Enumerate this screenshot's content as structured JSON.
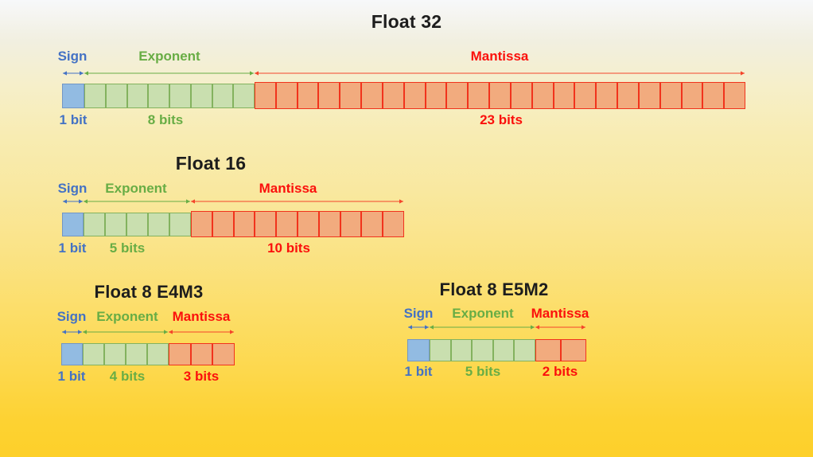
{
  "slide": {
    "background_top": "#f7f8fa",
    "background_bottom": "#fdd02a"
  },
  "colors": {
    "sign_fill": "#92bbe2",
    "sign_border": "#7296c5",
    "sign_text": "#4472c4",
    "exp_fill": "#c9dfaf",
    "exp_border": "#83b25e",
    "exp_text": "#68ad45",
    "man_fill": "#f2ab7e",
    "man_border": "#f1331c",
    "man_text": "#fb100c",
    "man_line": "#f4442a"
  },
  "formats": [
    {
      "title": "Float 32",
      "sign_label": "Sign",
      "exponent_label": "Exponent",
      "mantissa_label": "Mantissa",
      "sign_bits": 1,
      "exponent_bits": 8,
      "mantissa_bits": 23,
      "sign_bits_text": "1 bit",
      "exponent_bits_text": "8 bits",
      "mantissa_bits_text": "23 bits"
    },
    {
      "title": "Float 16",
      "sign_label": "Sign",
      "exponent_label": "Exponent",
      "mantissa_label": "Mantissa",
      "sign_bits": 1,
      "exponent_bits": 5,
      "mantissa_bits": 10,
      "sign_bits_text": "1 bit",
      "exponent_bits_text": "5 bits",
      "mantissa_bits_text": "10 bits"
    },
    {
      "title": "Float 8 E4M3",
      "sign_label": "Sign",
      "exponent_label": "Exponent",
      "mantissa_label": "Mantissa",
      "sign_bits": 1,
      "exponent_bits": 4,
      "mantissa_bits": 3,
      "sign_bits_text": "1 bit",
      "exponent_bits_text": "4 bits",
      "mantissa_bits_text": "3 bits"
    },
    {
      "title": "Float 8 E5M2",
      "sign_label": "Sign",
      "exponent_label": "Exponent",
      "mantissa_label": "Mantissa",
      "sign_bits": 1,
      "exponent_bits": 5,
      "mantissa_bits": 2,
      "sign_bits_text": "1 bit",
      "exponent_bits_text": "5 bits",
      "mantissa_bits_text": "2 bits"
    }
  ]
}
